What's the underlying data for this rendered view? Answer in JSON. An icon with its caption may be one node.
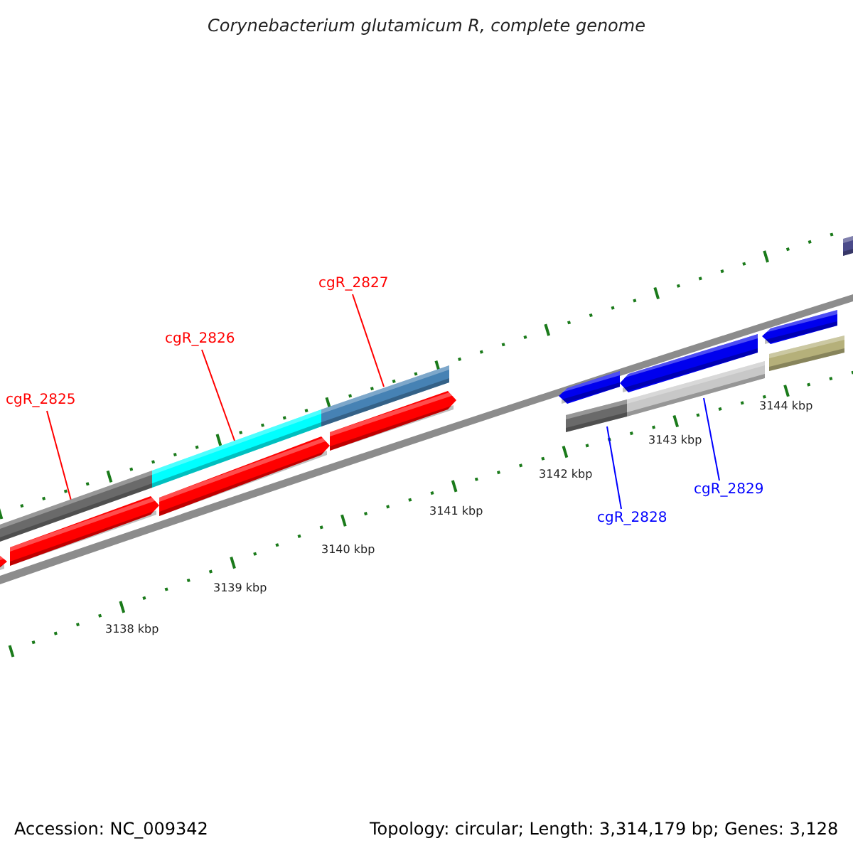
{
  "diagram": {
    "title": "Corynebacterium glutamicum R, complete genome",
    "nodes": [
      {
        "text": [
          "cgR_2825"
        ]
      },
      {
        "text": [
          "cgR_2826"
        ]
      },
      {
        "text": [
          "cgR_2827"
        ]
      },
      {
        "text": [
          "cgR_2828"
        ]
      },
      {
        "text": [
          "cgR_2829"
        ]
      },
      {
        "text": [],
        "shape": "bar"
      },
      {
        "text": [],
        "shape": "bar"
      },
      {
        "text": [],
        "shape": "bar"
      },
      {
        "text": [],
        "shape": "bar"
      },
      {
        "text": [],
        "shape": "bar"
      }
    ],
    "edges": [
      {
        "from": 0,
        "to": 5,
        "arrow": "none"
      },
      {
        "from": 1,
        "to": 6,
        "arrow": "none"
      },
      {
        "from": 2,
        "to": 7,
        "arrow": "none"
      },
      {
        "from": 3,
        "to": 8,
        "arrow": "none",
        "color": "#0000ff"
      },
      {
        "from": 4,
        "to": 9,
        "arrow": "none",
        "color": "#0000ff"
      }
    ],
    "labels": [
      "3138 kbp",
      "3139 kbp",
      "3140 kbp",
      "3141 kbp",
      "3142 kbp",
      "3143 kbp",
      "3144 kbp",
      "Accession: NC_009342",
      "Topology: circular; Length: 3,314,179 bp; Genes: 3,128"
    ]
  }
}
